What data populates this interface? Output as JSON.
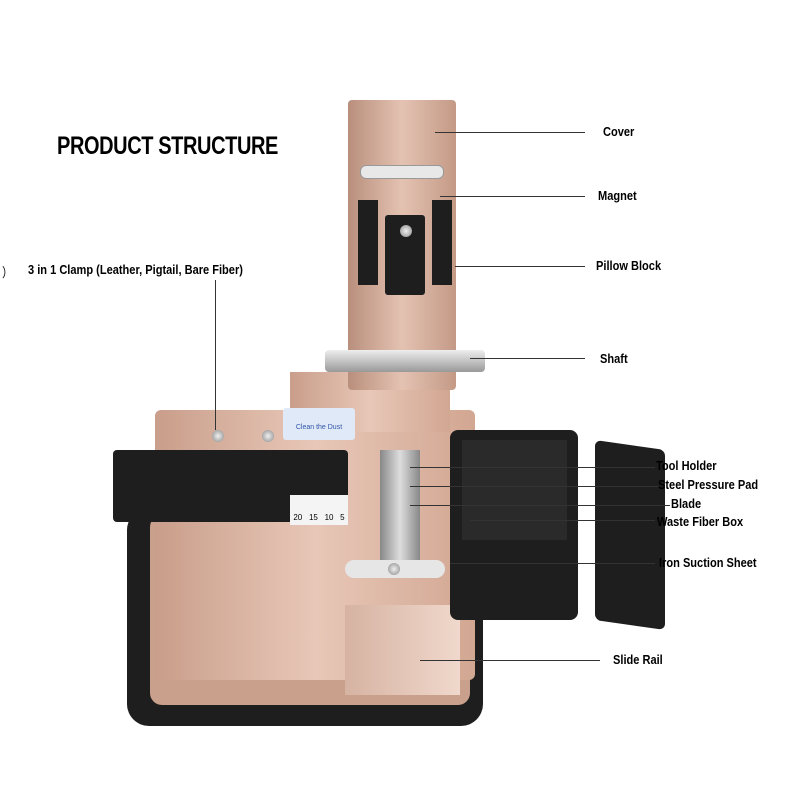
{
  "title": "PRODUCT STRUCTURE",
  "labels": {
    "cover": "Cover",
    "magnet": "Magnet",
    "pillow_block": "Pillow Block",
    "shaft": "Shaft",
    "tool_holder": "Tool Holder",
    "steel_pressure_pad": "Steel Pressure Pad",
    "blade": "Blade",
    "waste_fiber_box": "Waste Fiber Box",
    "iron_suction_sheet": "Iron Suction Sheet",
    "slide_rail": "Slide Rail",
    "clamp_bracket": "）",
    "clamp": "3 in 1 Clamp (Leather, Pigtail, Bare Fiber)"
  },
  "device": {
    "sticker": "Clean the Dust",
    "scale": [
      "20",
      "15",
      "10",
      "5"
    ]
  },
  "colors": {
    "body": "#d9b3a0",
    "base": "#1e1e1e"
  }
}
